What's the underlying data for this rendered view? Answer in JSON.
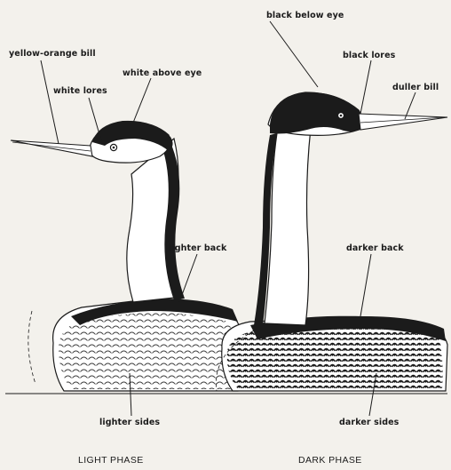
{
  "labels": {
    "yellow_orange_bill": "yellow-orange bill",
    "white_above_eye": "white above eye",
    "white_lores": "white lores",
    "black_below_eye": "black below eye",
    "black_lores": "black lores",
    "duller_bill": "duller bill",
    "lighter_back": "lighter back",
    "darker_back": "darker back",
    "lighter_sides": "lighter sides",
    "darker_sides": "darker sides"
  },
  "phases": {
    "light": "LIGHT PHASE",
    "dark": "DARK PHASE"
  },
  "colors": {
    "ink": "#1b1b1b",
    "paper": "#f3f1ec"
  }
}
